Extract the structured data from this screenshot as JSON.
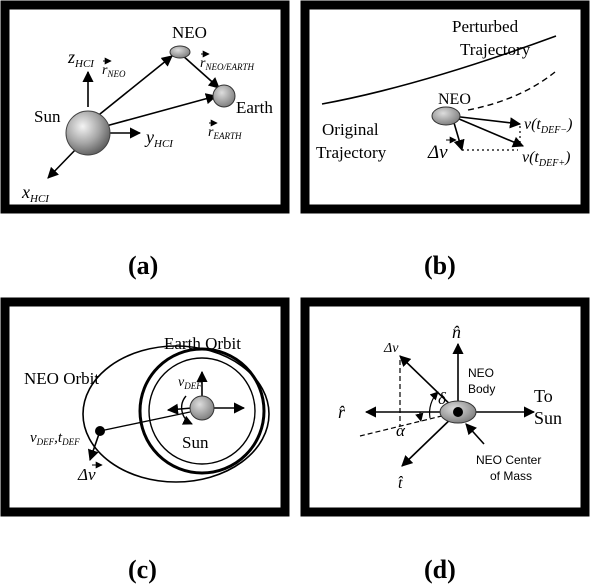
{
  "panels": {
    "a": {
      "caption": "(a)",
      "z_axis": "z",
      "z_sub": "HCI",
      "y_axis": "y",
      "y_sub": "HCI",
      "x_axis": "x",
      "x_sub": "HCI",
      "sun": "Sun",
      "neo": "NEO",
      "earth": "Earth",
      "r_neo": "r",
      "r_neo_sub": "NEO",
      "r_earth": "r",
      "r_earth_sub": "EARTH",
      "r_neo_earth": "r",
      "r_neo_earth_sub": "NEO/EARTH"
    },
    "b": {
      "caption": "(b)",
      "perturbed_1": "Perturbed",
      "perturbed_2": "Trajectory",
      "original_1": "Original",
      "original_2": "Trajectory",
      "neo": "NEO",
      "dv": "Δv",
      "v_minus": "v(t",
      "v_minus_sub": "DEF−",
      "v_minus_close": ")",
      "v_plus": "v(t",
      "v_plus_sub": "DEF+",
      "v_plus_close": ")"
    },
    "c": {
      "caption": "(c)",
      "neo_orbit": "NEO Orbit",
      "earth_orbit": "Earth Orbit",
      "v_def": "v",
      "v_def_sub": "DEF",
      "sun": "Sun",
      "vt_v": "v",
      "vt_v_sub": "DEF",
      "vt_comma": ",t",
      "vt_t_sub": "DEF",
      "dv": "Δv"
    },
    "d": {
      "caption": "(d)",
      "n_hat": "n̂",
      "dv": "Δv",
      "delta": "δ",
      "alpha": "α",
      "r_hat": "r̂",
      "t_hat": "t̂",
      "neo_body_1": "NEO",
      "neo_body_2": "Body",
      "to_sun_1": "To",
      "to_sun_2": "Sun",
      "com_1": "NEO Center",
      "com_2": "of Mass"
    }
  }
}
